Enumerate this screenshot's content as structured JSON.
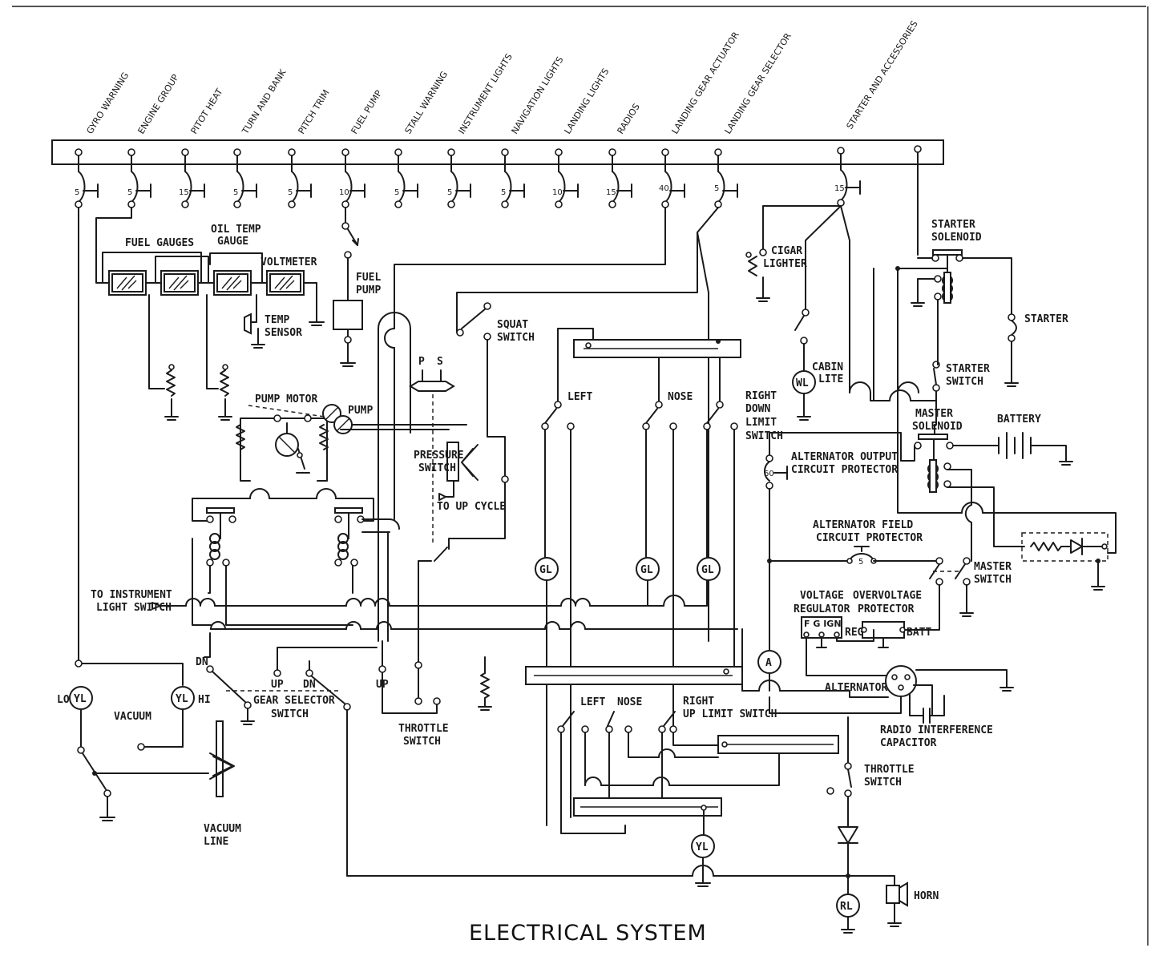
{
  "title": "ELECTRICAL SYSTEM",
  "bus_circuits": [
    {
      "name": "GYRO WARNING",
      "rating": "5"
    },
    {
      "name": "ENGINE GROUP",
      "rating": "5"
    },
    {
      "name": "PITOT HEAT",
      "rating": "15"
    },
    {
      "name": "TURN AND BANK",
      "rating": "5"
    },
    {
      "name": "PITCH TRIM",
      "rating": "5"
    },
    {
      "name": "FUEL PUMP",
      "rating": "10"
    },
    {
      "name": "STALL WARNING",
      "rating": "5"
    },
    {
      "name": "INSTRUMENT LIGHTS",
      "rating": "5"
    },
    {
      "name": "NAVIGATION LIGHTS",
      "rating": "5"
    },
    {
      "name": "LANDING LIGHTS",
      "rating": "10"
    },
    {
      "name": "RADIOS",
      "rating": "15"
    },
    {
      "name": "LANDING GEAR ACTUATOR",
      "rating": "40"
    },
    {
      "name": "LANDING GEAR SELECTOR",
      "rating": "5"
    },
    {
      "name": "STARTER AND ACCESSORIES",
      "rating": "15"
    }
  ],
  "labels": {
    "fuel_gauges": "FUEL GAUGES",
    "oil_temp_1": "OIL TEMP",
    "oil_temp_2": "GAUGE",
    "voltmeter": "VOLTMETER",
    "temp_sensor_1": "TEMP",
    "temp_sensor_2": "SENSOR",
    "fuel_pump_1": "FUEL",
    "fuel_pump_2": "PUMP",
    "pump_motor": "PUMP MOTOR",
    "pump": "PUMP",
    "ps_p": "P",
    "ps_s": "S",
    "pressure_switch_1": "PRESSURE",
    "pressure_switch_2": "SWITCH",
    "to_up_cycle": "TO UP CYCLE",
    "squat_switch_1": "SQUAT",
    "squat_switch_2": "SWITCH",
    "left": "LEFT",
    "nose": "NOSE",
    "right_down_1": "RIGHT",
    "right_down_2": "DOWN",
    "right_down_3": "LIMIT",
    "right_down_4": "SWITCH",
    "gl": "GL",
    "cigar_1": "CIGAR",
    "cigar_2": "LIGHTER",
    "cabin_1": "CABIN",
    "cabin_2": "LITE",
    "wl": "WL",
    "starter_solenoid_1": "STARTER",
    "starter_solenoid_2": "SOLENOID",
    "starter": "STARTER",
    "starter_switch_1": "STARTER",
    "starter_switch_2": "SWITCH",
    "master_solenoid_1": "MASTER",
    "master_solenoid_2": "SOLENOID",
    "battery": "BATTERY",
    "alt_output_1": "ALTERNATOR OUTPUT",
    "alt_output_2": "CIRCUIT PROTECTOR",
    "alt_output_rating": "60",
    "alt_field_1": "ALTERNATOR FIELD",
    "alt_field_2": "CIRCUIT PROTECTOR",
    "alt_field_rating": "5",
    "master_switch_1": "MASTER",
    "master_switch_2": "SWITCH",
    "vreg_1": "VOLTAGE",
    "vreg_2": "REGULATOR",
    "vreg_terms": "F G IGN",
    "ovp_1": "OVERVOLTAGE",
    "ovp_2": "PROTECTOR",
    "reg": "REG",
    "batt": "BATT",
    "ammeter": "A",
    "alternator": "ALTERNATOR",
    "rad_cap_1": "RADIO INTERFERENCE",
    "rad_cap_2": "CAPACITOR",
    "throttle_r_1": "THROTTLE",
    "throttle_r_2": "SWITCH",
    "rl": "RL",
    "horn": "HORN",
    "to_instr_1": "TO INSTRUMENT",
    "to_instr_2": "LIGHT SWITCH",
    "dn": "DN",
    "up": "UP",
    "gear_sel_1": "GEAR SELECTOR",
    "gear_sel_2": "SWITCH",
    "throttle_l_1": "THROTTLE",
    "throttle_l_2": "SWITCH",
    "lo": "LO",
    "hi": "HI",
    "yl": "YL",
    "vacuum": "VACUUM",
    "vacuum_line_1": "VACUUM",
    "vacuum_line_2": "LINE",
    "left_up": "LEFT",
    "nose_up": "NOSE",
    "right_up_1": "RIGHT",
    "right_up_2": "UP LIMIT SWITCH"
  }
}
